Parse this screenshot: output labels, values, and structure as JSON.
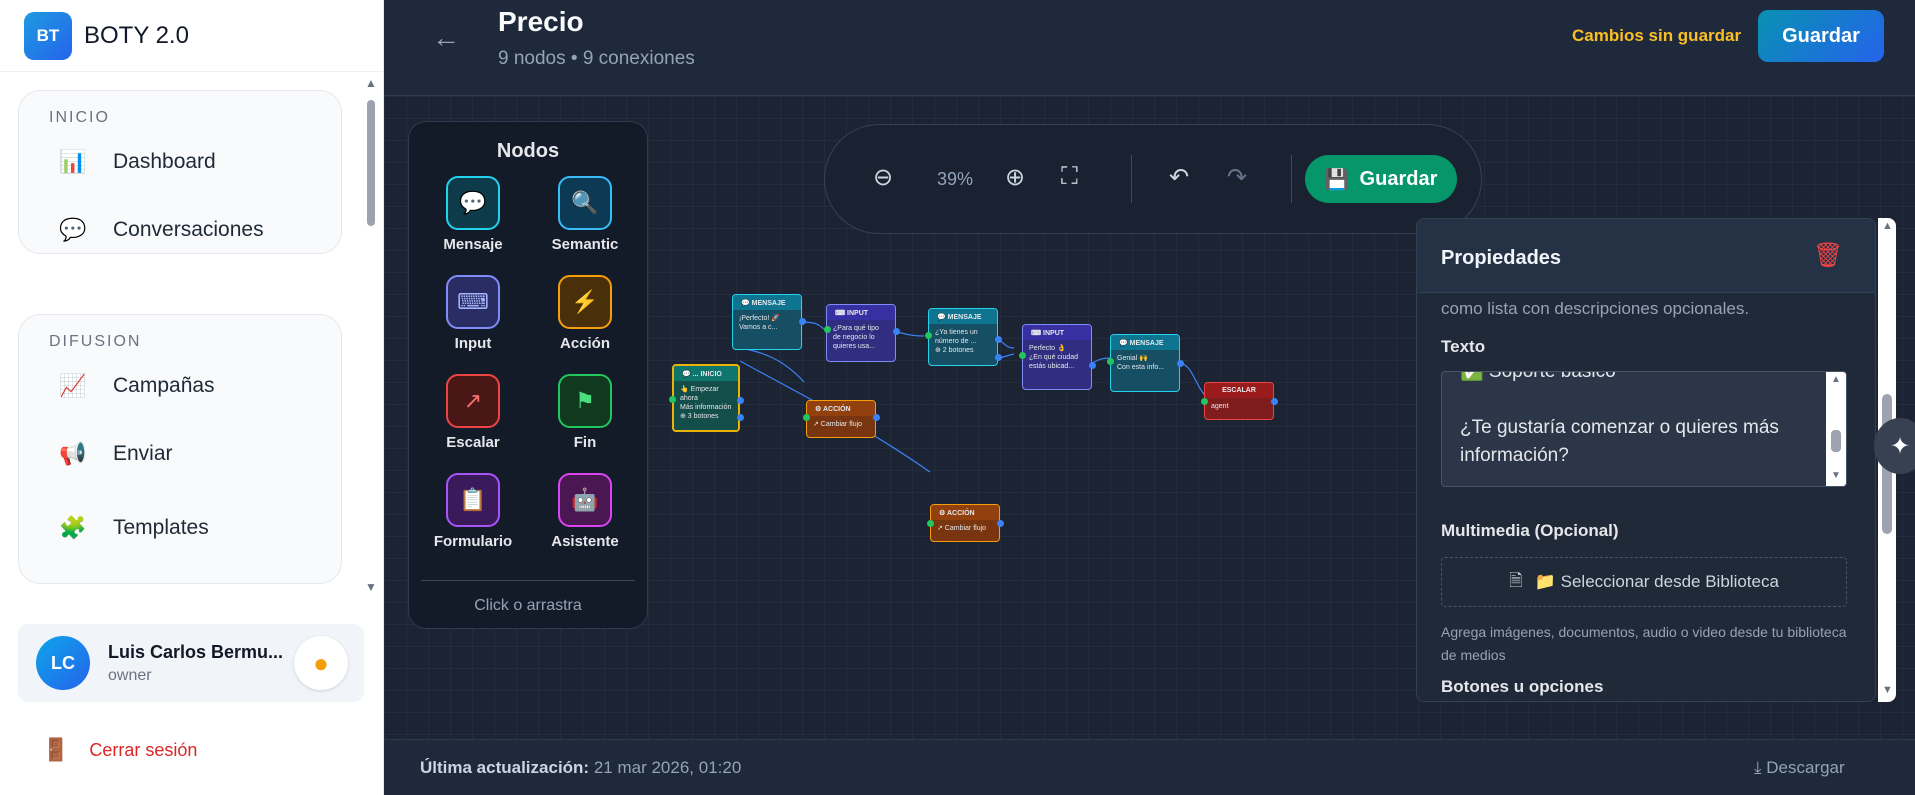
{
  "brand": {
    "logo_text": "BT",
    "name": "BOTY 2.0"
  },
  "sidebar": {
    "groups": [
      {
        "title": "INICIO",
        "items": [
          {
            "icon": "bar-chart-icon",
            "glyph": "📊",
            "label": "Dashboard"
          },
          {
            "icon": "chat-bubble-icon",
            "glyph": "💬",
            "label": "Conversaciones"
          }
        ]
      },
      {
        "title": "DIFUSION",
        "items": [
          {
            "icon": "chart-line-icon",
            "glyph": "📈",
            "label": "Campañas"
          },
          {
            "icon": "megaphone-icon",
            "glyph": "📢",
            "label": "Enviar"
          },
          {
            "icon": "puzzle-icon",
            "glyph": "🧩",
            "label": "Templates"
          }
        ]
      }
    ],
    "user": {
      "initials": "LC",
      "name": "Luis Carlos Bermu...",
      "role": "owner"
    },
    "logout_label": "Cerrar sesión"
  },
  "header": {
    "title": "Precio",
    "meta": "9 nodos • 9 conexiones",
    "unsaved": "Cambios sin guardar",
    "save_label": "Guardar"
  },
  "toolbar": {
    "zoom": "39%",
    "save_label": "Guardar"
  },
  "palette": {
    "title": "Nodos",
    "items": [
      {
        "label": "Mensaje",
        "icon": "message-icon",
        "glyph": "💬",
        "color": "#22d3ee"
      },
      {
        "label": "Semantic",
        "icon": "search-icon",
        "glyph": "🔍",
        "color": "#38bdf8"
      },
      {
        "label": "Input",
        "icon": "keyboard-icon",
        "glyph": "⌨",
        "color": "#818cf8"
      },
      {
        "label": "Acción",
        "icon": "lightning-icon",
        "glyph": "⚡",
        "color": "#f59e0b"
      },
      {
        "label": "Escalar",
        "icon": "trend-up-icon",
        "glyph": "↗",
        "color": "#ef4444"
      },
      {
        "label": "Fin",
        "icon": "flag-icon",
        "glyph": "⚑",
        "color": "#22c55e"
      },
      {
        "label": "Formulario",
        "icon": "clipboard-icon",
        "glyph": "📋",
        "color": "#a855f7"
      },
      {
        "label": "Asistente",
        "icon": "robot-icon",
        "glyph": "🤖",
        "color": "#d946ef"
      }
    ],
    "hint": "Click o arrastra"
  },
  "nodes": [
    {
      "id": "n1",
      "head": "💬 ... INICIO",
      "body": [
        "👆 Empezar ahora",
        "Más información",
        "⊕ 3 botones"
      ],
      "color": "#134e4a",
      "border": "#eab308"
    },
    {
      "id": "n2",
      "head": "💬 MENSAJE",
      "body": [
        "¡Perfecto! 🚀",
        "Vamos a c..."
      ],
      "color": "#164e63",
      "border": "#22d3ee"
    },
    {
      "id": "n3",
      "head": "⌨ INPUT",
      "body": [
        "¿Para qué tipo",
        "de negocio lo",
        "quieres usa..."
      ],
      "color": "#312e81",
      "border": "#818cf8"
    },
    {
      "id": "n4",
      "head": "💬 MENSAJE",
      "body": [
        "¿Ya tienes un",
        "número de ...",
        "⊕ 2 botones"
      ],
      "color": "#164e63",
      "border": "#22d3ee"
    },
    {
      "id": "n5",
      "head": "⌨ INPUT",
      "body": [
        "Perfecto 👌",
        "",
        "¿En qué ciudad",
        "estás ubicad..."
      ],
      "color": "#312e81",
      "border": "#818cf8"
    },
    {
      "id": "n6",
      "head": "💬 MENSAJE",
      "body": [
        "Genial 🙌",
        "",
        "Con esta info..."
      ],
      "color": "#164e63",
      "border": "#22d3ee"
    },
    {
      "id": "n7",
      "head": "ESCALAR",
      "body": [
        "agent"
      ],
      "color": "#7f1d1d",
      "border": "#ef4444"
    },
    {
      "id": "n8",
      "head": "⚙ ACCIÓN",
      "body": [
        "↗ Cambiar flujo"
      ],
      "color": "#78350f",
      "border": "#f59e0b"
    },
    {
      "id": "n9",
      "head": "⚙ ACCIÓN",
      "body": [
        "↗ Cambiar flujo"
      ],
      "color": "#78350f",
      "border": "#f59e0b"
    }
  ],
  "properties": {
    "title": "Propiedades",
    "description": "como lista con descripciones opcionales.",
    "text_label": "Texto",
    "text_lines": [
      "✅ Soporte básico",
      "",
      "¿Te gustaría comenzar o quieres más",
      "información?"
    ],
    "media_label": "Multimedia (Opcional)",
    "media_button": "📁 Seleccionar desde Biblioteca",
    "media_hint": "Agrega imágenes, documentos, audio o video desde tu biblioteca de medios",
    "buttons_label": "Botones u opciones"
  },
  "footer": {
    "updated_label": "Última actualización:",
    "updated_value": "21 mar 2026, 01:20",
    "download_label": "Descargar"
  }
}
